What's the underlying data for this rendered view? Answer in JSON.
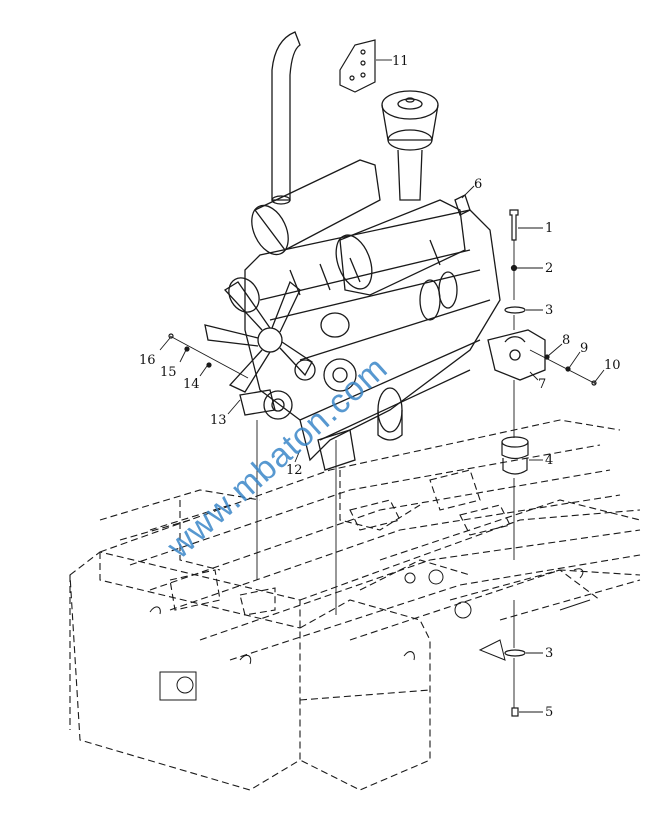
{
  "watermark": "www.mbaton.com",
  "callouts": [
    "1",
    "2",
    "3",
    "3",
    "4",
    "5",
    "6",
    "7",
    "8",
    "9",
    "10",
    "11",
    "12",
    "13",
    "14",
    "15",
    "16"
  ],
  "colors": {
    "line": "#1a1a1a",
    "watermark": "#3a86c8",
    "background": "#ffffff"
  }
}
